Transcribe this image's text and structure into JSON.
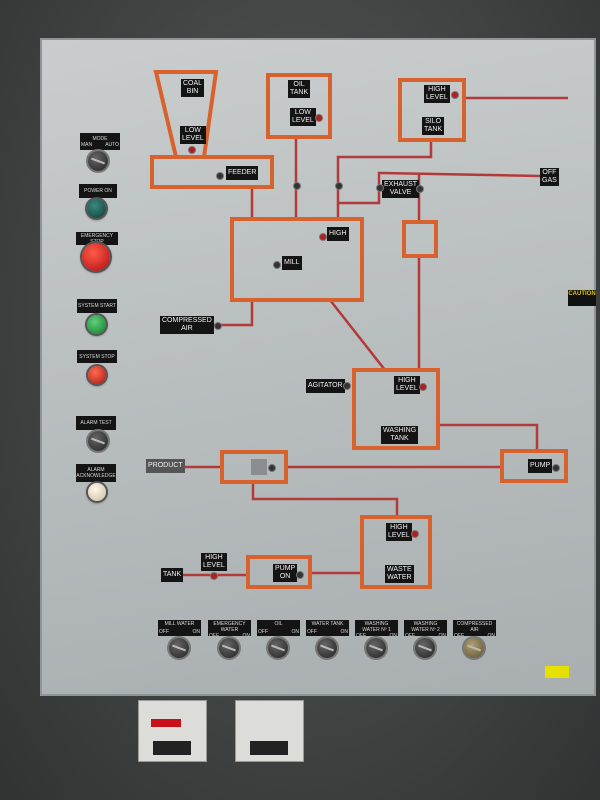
{
  "left_controls": {
    "mode": {
      "title": "MODE",
      "left": "MAN",
      "right": "AUTO"
    },
    "power_on": "POWER ON",
    "emergency_stop": "EMERGENCY STOP",
    "system_start": "SYSTEM START",
    "system_stop": "SYSTEM STOP",
    "alarm_test": "ALARM TEST",
    "alarm_acknowledge": [
      "ALARM",
      "ACKNOWLEDGE"
    ]
  },
  "diagram": {
    "coal_bin": [
      "COAL",
      "BIN"
    ],
    "coal_low_level": [
      "LOW",
      "LEVEL"
    ],
    "feeder": "FEEDER",
    "oil_tank": [
      "OIL",
      "TANK"
    ],
    "oil_low_level": [
      "LOW",
      "LEVEL"
    ],
    "silo_high_level": [
      "HIGH",
      "LEVEL"
    ],
    "silo_tank": [
      "SILO",
      "TANK"
    ],
    "mill_high": "HIGH",
    "mill": "MILL",
    "compressed_air": [
      "COMPRESSED",
      "AIR"
    ],
    "exhaust": [
      "EXHAUST",
      "VALVE"
    ],
    "off_gas": [
      "OFF",
      "GAS"
    ],
    "agitator": "AGITATOR",
    "washing_high_level": [
      "HIGH",
      "LEVEL"
    ],
    "washing_tank": [
      "WASHING",
      "TANK"
    ],
    "product": "PRODUCT",
    "pump_right": "PUMP",
    "waste_high_level": [
      "HIGH",
      "LEVEL"
    ],
    "waste_water": [
      "WASTE",
      "WATER"
    ],
    "tank": "TANK",
    "tank_high_level": [
      "HIGH",
      "LEVEL"
    ],
    "pump_bottom": [
      "PUMP",
      "ON"
    ],
    "caution": "CAUTION"
  },
  "switches": [
    {
      "label": "MILL WATER",
      "off": "OFF",
      "on": "ON"
    },
    {
      "label": "EMERGENCY WATER",
      "off": "OFF",
      "on": "ON"
    },
    {
      "label": "OIL",
      "off": "OFF",
      "on": "ON"
    },
    {
      "label": "WATER TANK",
      "off": "OFF",
      "on": "ON"
    },
    {
      "label": "WASHING WATER Nº 1",
      "off": "OFF",
      "on": "ON"
    },
    {
      "label": "WASHING WATER Nº 2",
      "off": "OFF",
      "on": "ON"
    },
    {
      "label": "COMPRESSED AIR",
      "off": "OFF",
      "on": "ON"
    }
  ],
  "colors": {
    "frame": "#d8622e",
    "line": "#b23a3a",
    "panel": "#bfc4c5"
  }
}
